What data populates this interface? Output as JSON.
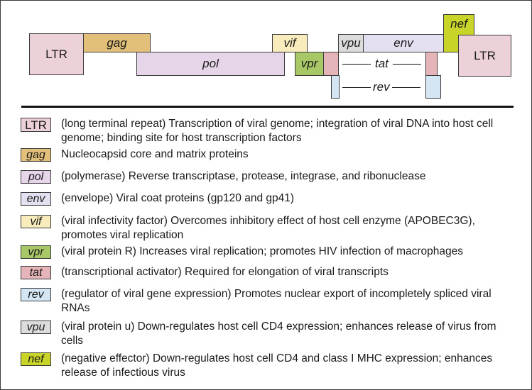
{
  "colors": {
    "LTR": "#ecd2d8",
    "gag": "#e2c07a",
    "pol": "#e6d4e8",
    "env": "#e4e0f2",
    "vif": "#f8ecbc",
    "vpr": "#a8c868",
    "tat": "#e4b4b8",
    "rev": "#d4e6f4",
    "vpu": "#dcdcdc",
    "nef": "#c8d428",
    "rule": "#111111",
    "frame": "#3a3a3a"
  },
  "diagram": {
    "ltr_left": "LTR",
    "gag": "gag",
    "pol": "pol",
    "vif": "vif",
    "vpr": "vpr",
    "vpu": "vpu",
    "env": "env",
    "nef": "nef",
    "ltr_right": "LTR",
    "tat": "tat",
    "rev": "rev"
  },
  "legend": [
    {
      "key": "LTR",
      "italic": false,
      "desc": "(long terminal repeat) Transcription of viral genome; integration of viral DNA into host cell genome; binding site for host transcription factors"
    },
    {
      "key": "gag",
      "italic": true,
      "desc": "Nucleocapsid core and matrix proteins"
    },
    {
      "key": "pol",
      "italic": true,
      "desc": "(polymerase) Reverse transcriptase, protease, integrase, and ribonuclease"
    },
    {
      "key": "env",
      "italic": true,
      "desc": "(envelope) Viral coat proteins (gp120 and gp41)"
    },
    {
      "key": "vif",
      "italic": true,
      "desc": "(viral infectivity factor) Overcomes inhibitory effect of host cell enzyme (APOBEC3G), promotes viral replication"
    },
    {
      "key": "vpr",
      "italic": true,
      "desc": "(viral protein R) Increases viral replication; promotes HIV infection of macrophages"
    },
    {
      "key": "tat",
      "italic": true,
      "desc": "(transcriptional activator) Required for elongation of viral transcripts"
    },
    {
      "key": "rev",
      "italic": true,
      "desc": "(regulator of viral gene expression) Promotes nuclear export of incompletely spliced viral RNAs"
    },
    {
      "key": "vpu",
      "italic": true,
      "desc": "(viral protein u) Down-regulates host cell CD4 expression; enhances release of virus from cells"
    },
    {
      "key": "nef",
      "italic": true,
      "desc": "(negative effector) Down-regulates host cell CD4 and class I MHC expression; enhances release of infectious virus"
    }
  ]
}
